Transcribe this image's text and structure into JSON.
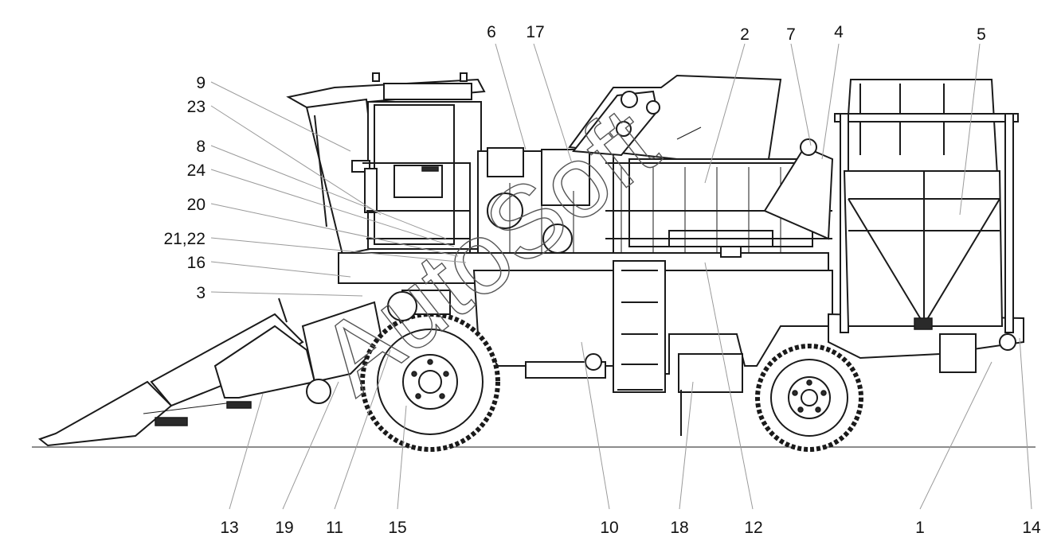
{
  "colors": {
    "line": "#1a1a1a",
    "leader": "#9a9a9a",
    "background": "#ffffff"
  },
  "watermark": {
    "text": "AutoSoft"
  },
  "callouts": {
    "top": [
      "6",
      "17",
      "2",
      "7",
      "4",
      "5"
    ],
    "left": [
      "9",
      "23",
      "8",
      "24",
      "20",
      "21,22",
      "16",
      "3"
    ],
    "bottom": [
      "13",
      "19",
      "11",
      "15",
      "10",
      "18",
      "12",
      "1",
      "14"
    ]
  }
}
